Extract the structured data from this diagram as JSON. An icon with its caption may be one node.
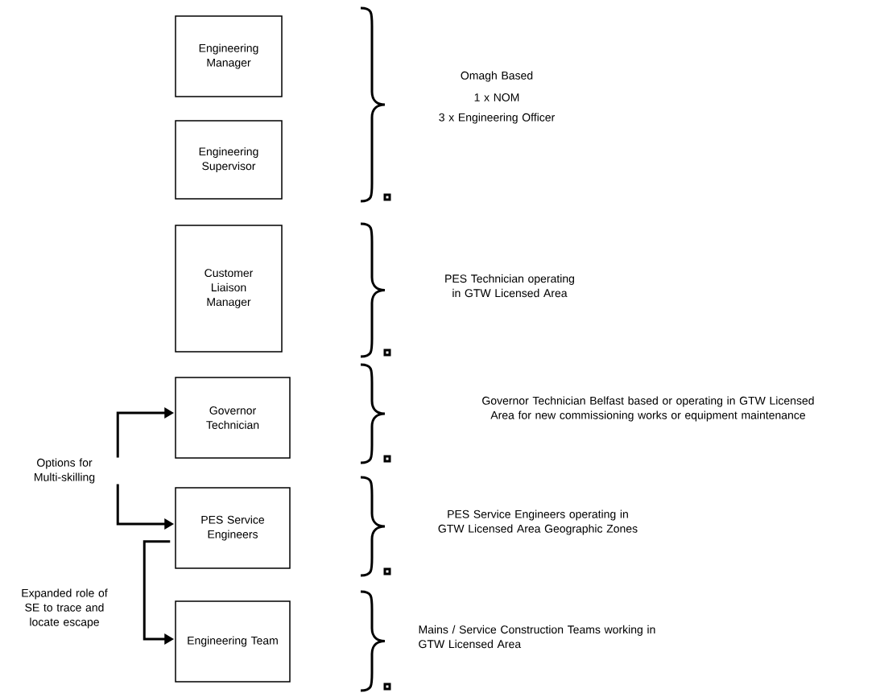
{
  "diagram": {
    "nodes": [
      {
        "text": [
          "Engineering Manager"
        ]
      },
      {
        "text": [
          "Engineering Supervisor"
        ]
      },
      {
        "text": [
          "Customer Liaison Manager"
        ]
      },
      {
        "text": [
          "Governor Technician"
        ]
      },
      {
        "text": [
          "PES Service Engineers"
        ]
      },
      {
        "text": [
          "Engineering Team"
        ]
      }
    ],
    "edges": [
      {
        "from": 3,
        "to": 4,
        "arrow": "both",
        "label": "Options for Multi-skilling"
      },
      {
        "from": 4,
        "to": 5,
        "arrow": "to",
        "label": "Expanded role of SE to trace and locate escape"
      }
    ],
    "labels": [
      "Omagh Based",
      "1 x NOM",
      "3 x Engineering Officer",
      "PES Technician operating in GTW Licensed Area",
      "Governor Technician Belfast based or operating in GTW Licensed Area for new commissioning works or equipment maintenance",
      "PES Service Engineers operating in GTW Licensed Area Geographic Zones",
      "Mains / Service Construction Teams working in GTW Licensed Area"
    ]
  }
}
